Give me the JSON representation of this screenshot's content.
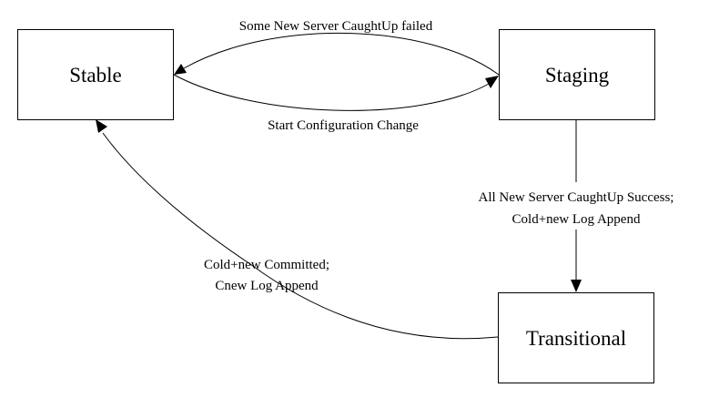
{
  "states": {
    "stable": "Stable",
    "staging": "Staging",
    "transitional": "Transitional"
  },
  "transitions": {
    "staging_to_stable": "Some New Server CaughtUp failed",
    "stable_to_staging": "Start Configuration Change",
    "staging_to_transitional_line1": "All New Server CaughtUp Success;",
    "staging_to_transitional_line2": "Cold+new Log Append",
    "transitional_to_stable_line1": "Cold+new Committed;",
    "transitional_to_stable_line2": "Cnew Log Append"
  }
}
